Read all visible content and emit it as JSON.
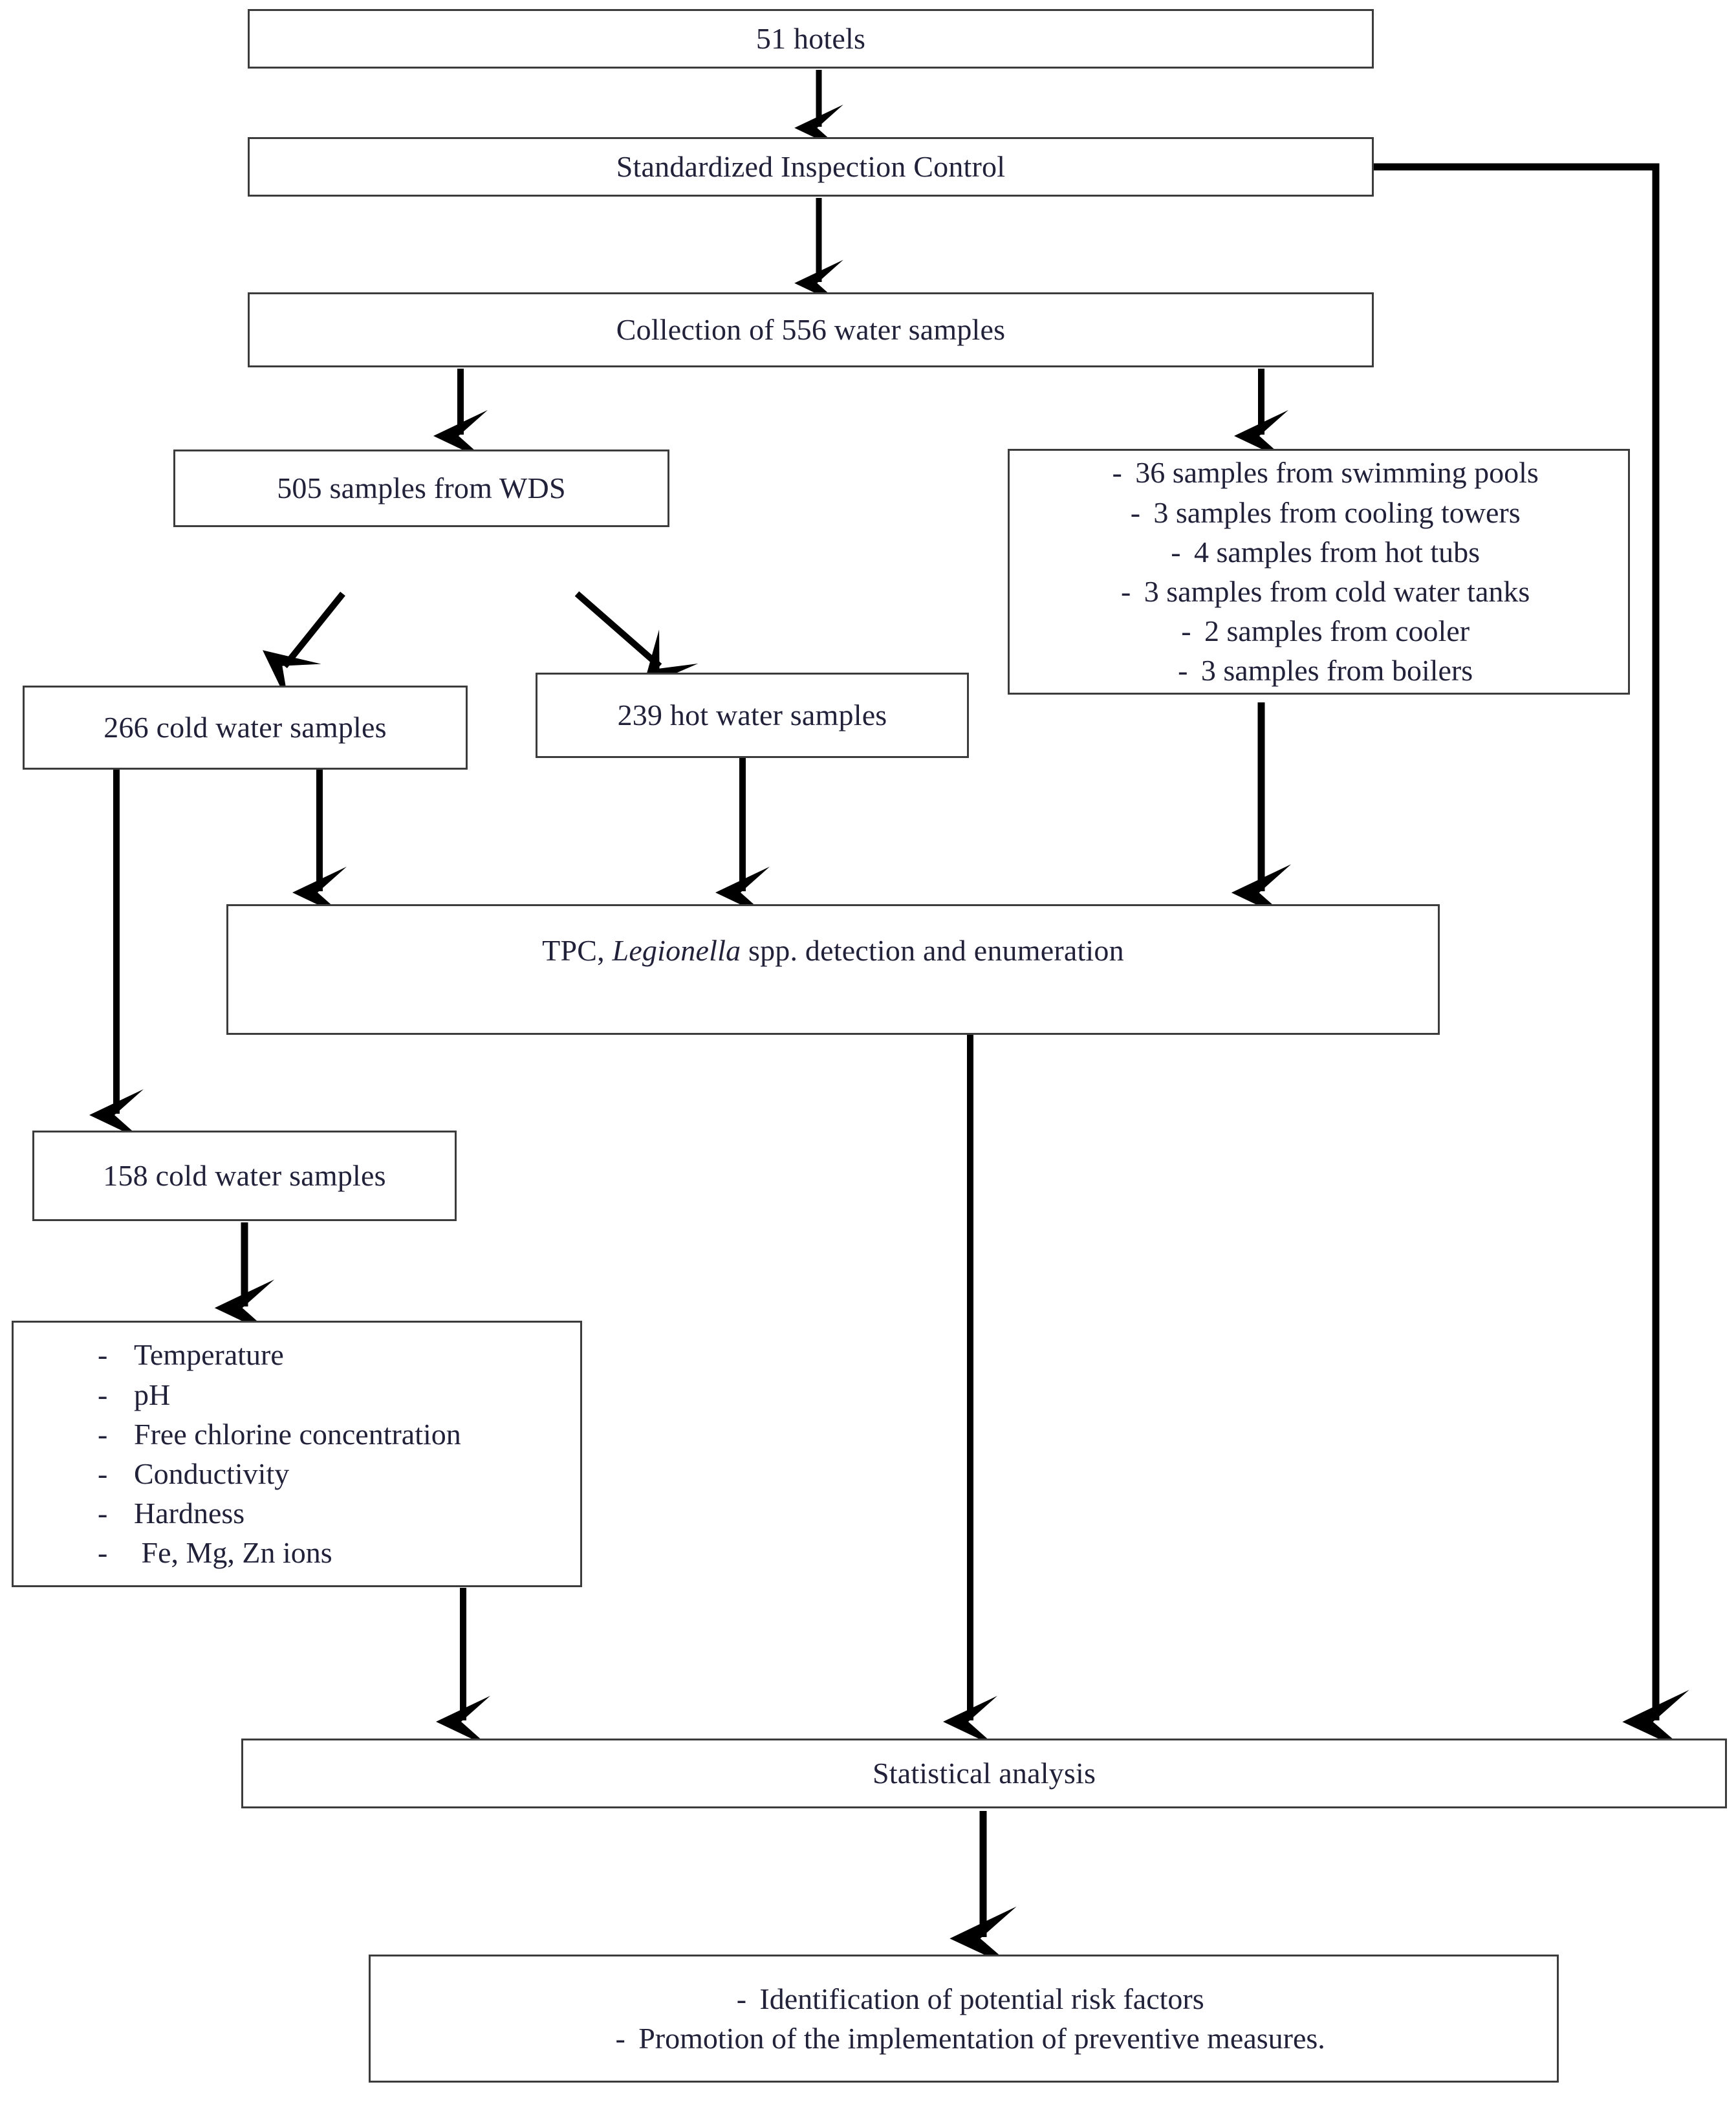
{
  "diagram": {
    "title": "Study workflow flowchart",
    "colors": {
      "box_border": "#3c3c3c",
      "connector": "#000000",
      "text": "#21213a",
      "background": "#ffffff"
    },
    "nodes": {
      "hotels": {
        "label": "51 hotels"
      },
      "inspection": {
        "label": "Standardized Inspection Control"
      },
      "collection": {
        "label": "Collection of 556 water samples"
      },
      "wds": {
        "label": "505 samples from WDS"
      },
      "other_sources": {
        "items": [
          "36 samples from swimming pools",
          "3 samples from cooling towers",
          "4 samples from hot tubs",
          "3 samples from cold water tanks",
          "2 samples from cooler",
          "3 samples from boilers"
        ]
      },
      "cold266": {
        "label": "266 cold water samples"
      },
      "hot239": {
        "label": "239 hot water samples"
      },
      "tpc": {
        "prefix": "TPC, ",
        "italic": "Legionella",
        "suffix": " spp. detection and enumeration"
      },
      "cold158": {
        "label": "158 cold water samples"
      },
      "parameters": {
        "items": [
          "Temperature",
          "pH",
          "Free chlorine concentration",
          "Conductivity",
          "Hardness",
          " Fe, Mg, Zn ions"
        ]
      },
      "statistics": {
        "label": "Statistical analysis"
      },
      "outcomes": {
        "items": [
          "Identification of potential risk factors",
          "Promotion of the implementation of preventive measures."
        ]
      }
    },
    "bullet_marker": "-"
  }
}
